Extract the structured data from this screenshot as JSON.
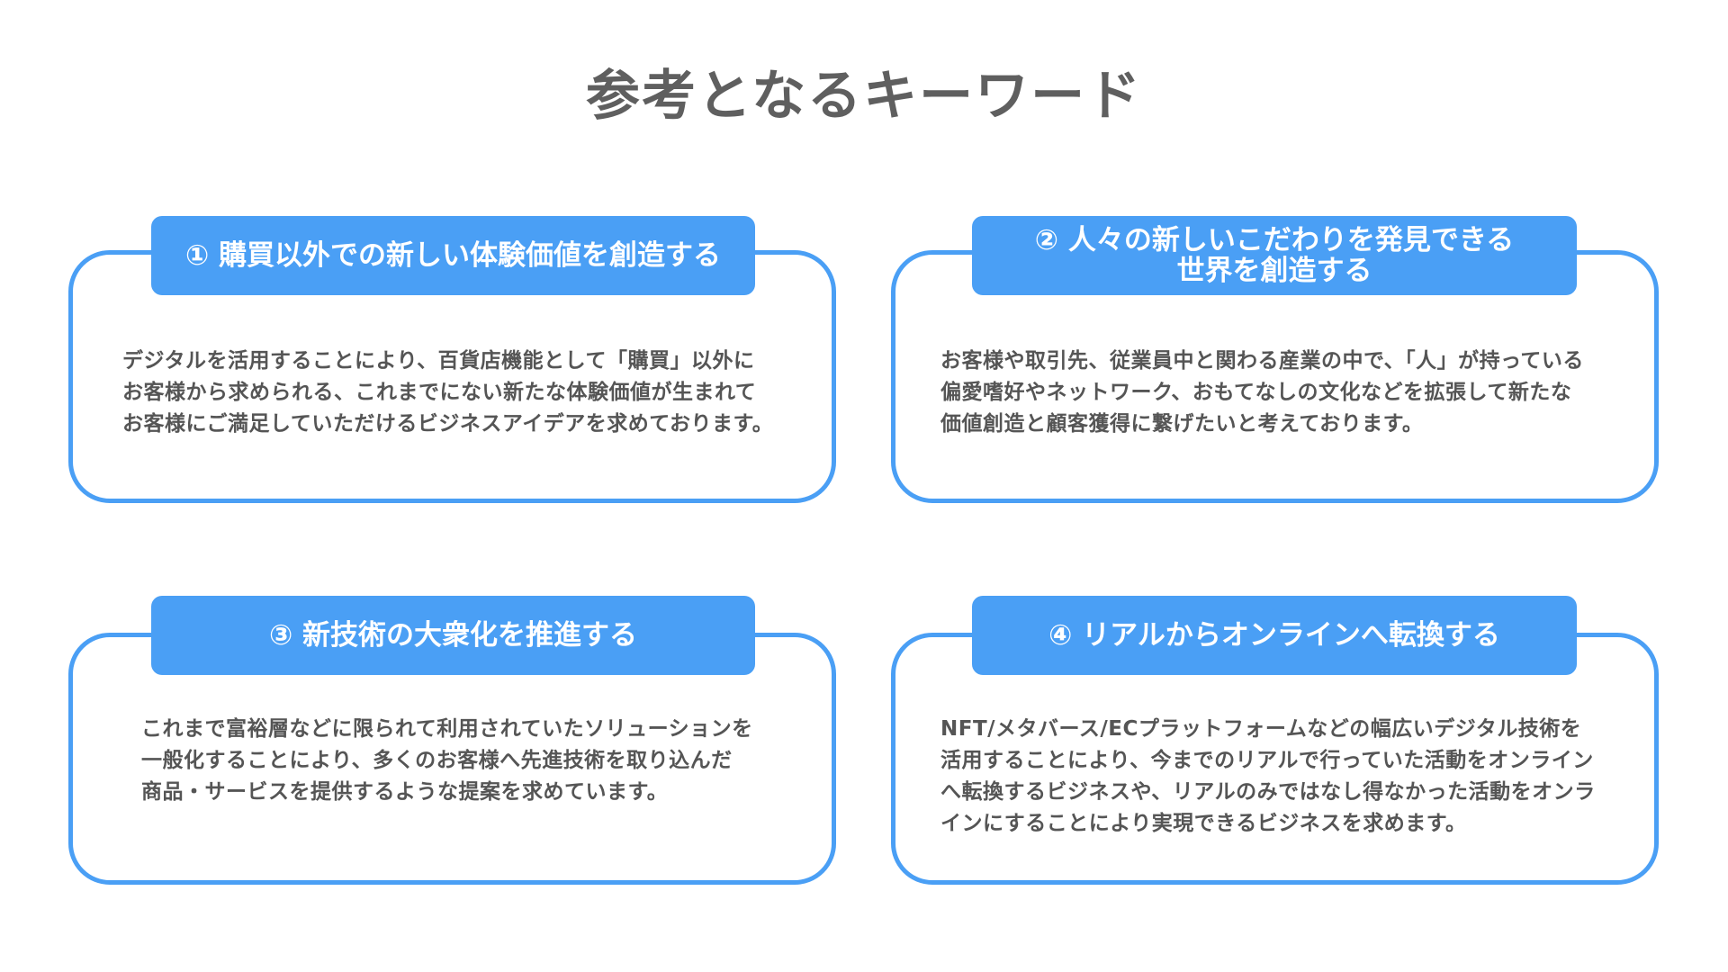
{
  "title": "参考となるキーワード",
  "colors": {
    "accent": "#4a9ff5",
    "title_text": "#5f5f5f",
    "body_text": "#555555"
  },
  "cards": [
    {
      "number_icon": "circled-digit-1",
      "heading": "① 購買以外での新しい体験価値を創造する",
      "body": "デジタルを活用することにより、百貨店機能として「購買」以外に\nお客様から求められる、これまでにない新たな体験価値が生まれて\nお客様にご満足していただけるビジネスアイデアを求めております。"
    },
    {
      "number_icon": "circled-digit-2",
      "heading": "② 人々の新しいこだわりを発見できる\n世界を創造する",
      "body": "お客様や取引先、従業員中と関わる産業の中で、「人」が持っている\n偏愛嗜好やネットワーク、おもてなしの文化などを拡張して新たな\n価値創造と顧客獲得に繋げたいと考えております。"
    },
    {
      "number_icon": "circled-digit-3",
      "heading": "③ 新技術の大衆化を推進する",
      "body": "これまで富裕層などに限られて利用されていたソリューションを\n一般化することにより、多くのお客様へ先進技術を取り込んだ\n商品・サービスを提供するような提案を求めています。"
    },
    {
      "number_icon": "circled-digit-4",
      "heading": "④ リアルからオンラインへ転換する",
      "body": "NFT/メタバース/ECプラットフォームなどの幅広いデジタル技術を\n活用することにより、今までのリアルで行っていた活動をオンライン\nへ転換するビジネスや、リアルのみではなし得なかった活動をオンラ\nインにすることにより実現できるビジネスを求めます。"
    }
  ]
}
